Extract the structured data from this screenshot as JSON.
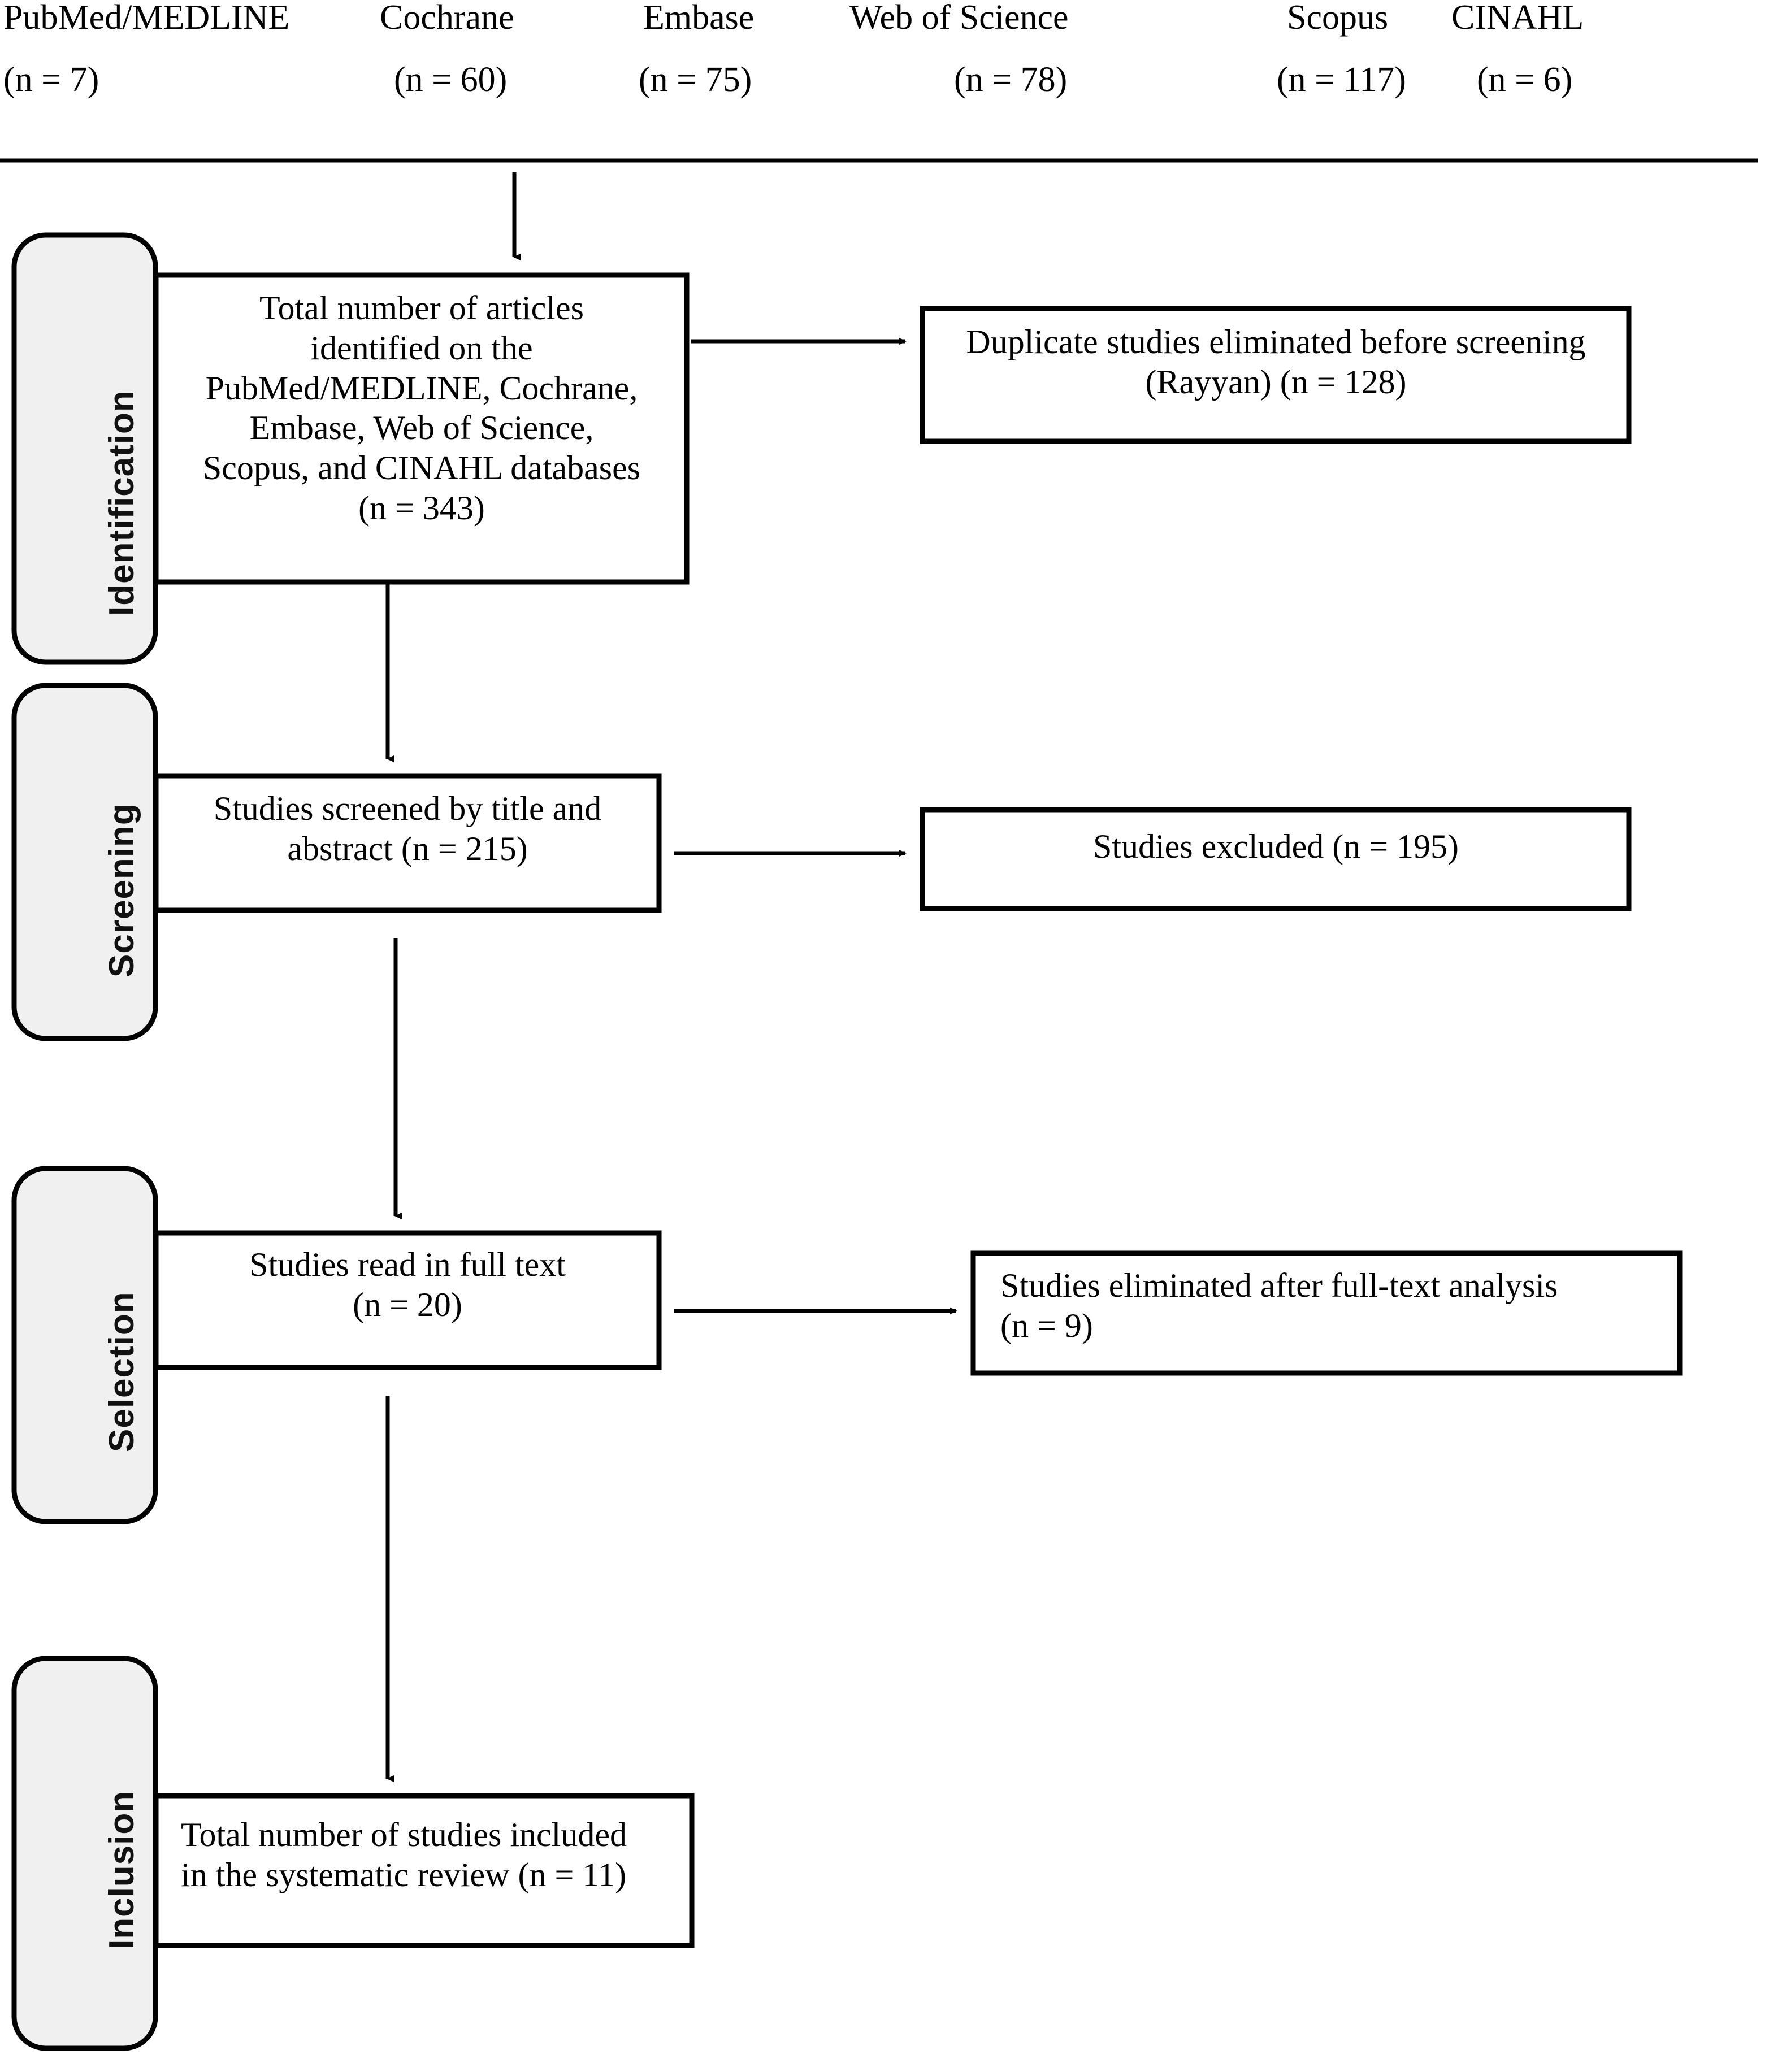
{
  "diagram": {
    "title": "PRISMA flow diagram",
    "colors": {
      "stroke": "#000000",
      "tab_fill": "#f0f0f0",
      "box_fill": "#ffffff",
      "text": "#000000"
    }
  },
  "sources": [
    {
      "name": "PubMed/MEDLINE",
      "count": "(n = 7)"
    },
    {
      "name": "Cochrane",
      "count": "(n = 60)"
    },
    {
      "name": "Embase",
      "count": "(n = 75)"
    },
    {
      "name": "Web of Science",
      "count": "(n = 78)"
    },
    {
      "name": "Scopus",
      "count": "(n = 117)"
    },
    {
      "name": "CINAHL",
      "count": "(n = 6)"
    }
  ],
  "stages": [
    {
      "label": "Identification"
    },
    {
      "label": "Screening"
    },
    {
      "label": "Selection"
    },
    {
      "label": "Inclusion"
    }
  ],
  "boxes": {
    "identified": {
      "lines": [
        "Total number of articles",
        "identified on the",
        "PubMed/MEDLINE, Cochrane,",
        "Embase, Web of Science,",
        "Scopus, and CINAHL databases",
        "(n = 343)"
      ],
      "n": 343
    },
    "duplicates": {
      "lines": [
        "Duplicate studies eliminated before screening",
        "(Rayyan) (n = 128)"
      ],
      "n": 128
    },
    "screened": {
      "lines": [
        "Studies screened by title and",
        "abstract (n = 215)"
      ],
      "n": 215
    },
    "excluded": {
      "lines": [
        "Studies excluded (n = 195)"
      ],
      "n": 195
    },
    "fulltext": {
      "lines": [
        "Studies read in full text",
        "(n = 20)"
      ],
      "n": 20
    },
    "fulltext_excluded": {
      "lines": [
        "Studies eliminated after full-text analysis",
        "(n = 9)"
      ],
      "n": 9
    },
    "included": {
      "lines": [
        "Total number of studies included",
        "in the systematic review (n = 11)"
      ],
      "n": 11
    }
  }
}
